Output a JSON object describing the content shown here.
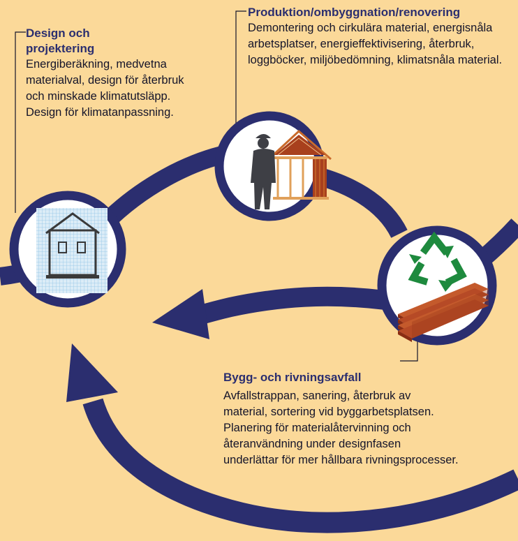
{
  "stages": [
    {
      "heading": "Design och projektering",
      "text": "Energiberäkning, medvetna materialval, design för återbruk och minskade klimat­utsläpp. Design för klimatanpassning.",
      "icon": "house-blueprint-icon"
    },
    {
      "heading": "Produktion/ombyggnation/renovering",
      "text": "Demontering och cirkulära material, energisnåla arbetsplatser, energi­effektivisering, återbruk, loggböcker, miljöbedömning, klimatsnåla material.",
      "icon": "construction-worker-house-icon"
    },
    {
      "heading": "Bygg- och rivningsavfall",
      "lines": [
        "Avfallstrappan, sanering, återbruk av",
        "material, sortering vid byggarbetsplatsen.",
        "Planering för materialåtervinning och",
        "återanvändning under designfasen",
        "underlättar för mer hållbara rivningsprocesser."
      ],
      "icon": "recycling-timber-icon"
    }
  ],
  "colors": {
    "background": "#fbd999",
    "arrow": "#2b2e6f",
    "circle_fill": "#ffffff",
    "heading": "#2b2e6f",
    "recycle": "#1e8a3e",
    "timber": "#b64a26"
  }
}
